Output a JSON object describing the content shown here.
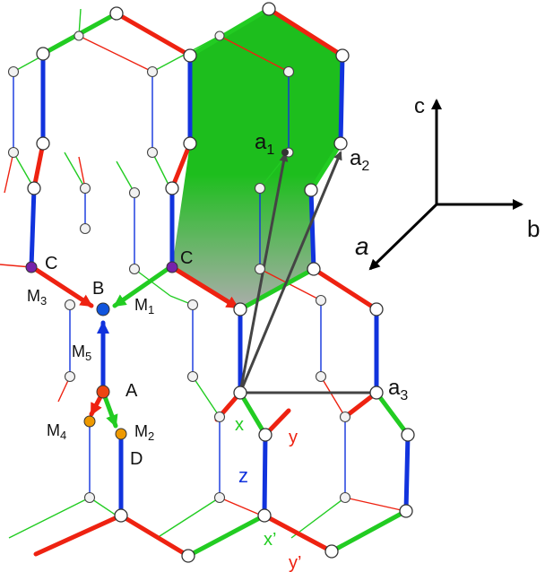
{
  "colors": {
    "x_bond": "#22cc22",
    "y_bond": "#ee2211",
    "z_bond": "#1133dd",
    "hexagon_fill": "#11bb11",
    "lattice_vector": "#444444",
    "site_A": "#ee4411",
    "site_B": "#1155dd",
    "site_C": "#7722aa",
    "site_D": "#ee9900",
    "arrow_M1": "#22cc22",
    "arrow_M2": "#22cc22",
    "arrow_M3": "#ee2211",
    "arrow_M4": "#ee2211",
    "arrow_M5": "#1133dd"
  },
  "vector_labels": {
    "a1": "a",
    "a1_sub": "1",
    "a2": "a",
    "a2_sub": "2",
    "a3": "a",
    "a3_sub": "3"
  },
  "axes": {
    "c": "c",
    "b": "b",
    "a": "a"
  },
  "site_labels": {
    "A": "A",
    "B": "B",
    "C": "C",
    "D": "D"
  },
  "move_labels": {
    "M1": "M",
    "M1_sub": "1",
    "M2": "M",
    "M2_sub": "2",
    "M3": "M",
    "M3_sub": "3",
    "M4": "M",
    "M4_sub": "4",
    "M5": "M",
    "M5_sub": "5"
  },
  "bond_labels": {
    "x": "x",
    "y": "y",
    "z": "z",
    "x_prime": "x’",
    "y_prime": "y’"
  }
}
